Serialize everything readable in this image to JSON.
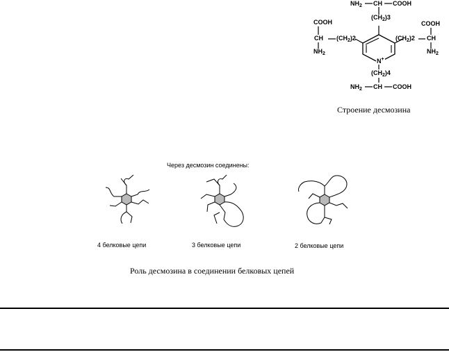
{
  "structure": {
    "top_amine": "NH",
    "top_amine_sub": "2",
    "top_ch": "CH",
    "top_cooh": "COOH",
    "top_chain": "(CH",
    "top_chain_sub": "2",
    "top_chain_n": ")3",
    "left_cooh": "COOH",
    "left_ch": "CH",
    "left_chain": "(CH",
    "left_chain_sub": "2",
    "left_chain_n": ")2",
    "left_amine": "NH",
    "left_amine_sub": "2",
    "right_cooh": "COOH",
    "right_chain": "(CH",
    "right_chain_sub": "2",
    "right_chain_n": ")2",
    "right_ch": "CH",
    "right_amine": "NH",
    "right_amine_sub": "2",
    "ring_n": "N",
    "ring_n_charge": "+",
    "bottom_chain": "(CH",
    "bottom_chain_sub": "2",
    "bottom_chain_n": ")4",
    "bottom_amine": "NH",
    "bottom_amine_sub": "2",
    "bottom_ch": "CH",
    "bottom_cooh": "COOH",
    "caption": "Строение десмозина"
  },
  "chains_figure": {
    "header": "Через десмозин соединены:",
    "labels": [
      "4 белковые цепи",
      "3 белковые цепи",
      "2 белковые цепи"
    ],
    "caption": "Роль десмозина в соединении белковых цепей"
  },
  "colors": {
    "ink": "#000000",
    "hexagon_fill": "#b9b9b9",
    "background": "#ffffff"
  }
}
